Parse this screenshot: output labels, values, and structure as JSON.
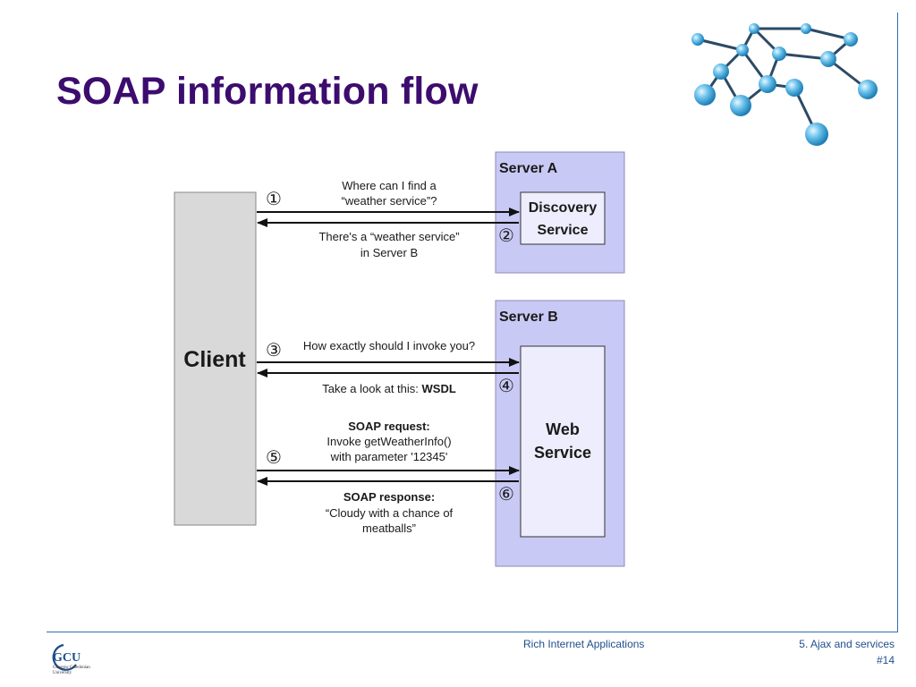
{
  "slide": {
    "title": "SOAP information flow"
  },
  "diagram": {
    "client_label": "Client",
    "server_a": {
      "label": "Server A",
      "service_line1": "Discovery",
      "service_line2": "Service"
    },
    "server_b": {
      "label": "Server B",
      "service_line1": "Web",
      "service_line2": "Service"
    },
    "steps": [
      {
        "num": "①",
        "lines": [
          "Where can I find a",
          "“weather service”?"
        ]
      },
      {
        "num": "②",
        "lines": [
          "There's a “weather service”",
          "in Server B"
        ]
      },
      {
        "num": "③",
        "lines": [
          "How exactly should I invoke you?"
        ]
      },
      {
        "num": "④",
        "prefix": "Take a look at this: ",
        "bold": "WSDL"
      },
      {
        "num": "⑤",
        "heading": "SOAP request:",
        "lines": [
          "Invoke getWeatherInfo()",
          "with parameter '12345'"
        ]
      },
      {
        "num": "⑥",
        "heading": "SOAP response:",
        "lines": [
          "“Cloudy with a chance of",
          "meatballs”"
        ]
      }
    ]
  },
  "footer": {
    "course": "Rich Internet Applications",
    "section": "5. Ajax and services",
    "page": "#14",
    "logo_text": "GCU",
    "logo_subtext_1": "Glasgow Caledonian",
    "logo_subtext_2": "University"
  },
  "colors": {
    "title": "#3c0c6e",
    "server_fill": "#c9c9f5",
    "service_fill": "#ededfd",
    "client_fill": "#d9d9d9",
    "accent_rule": "#2e6fb0"
  }
}
